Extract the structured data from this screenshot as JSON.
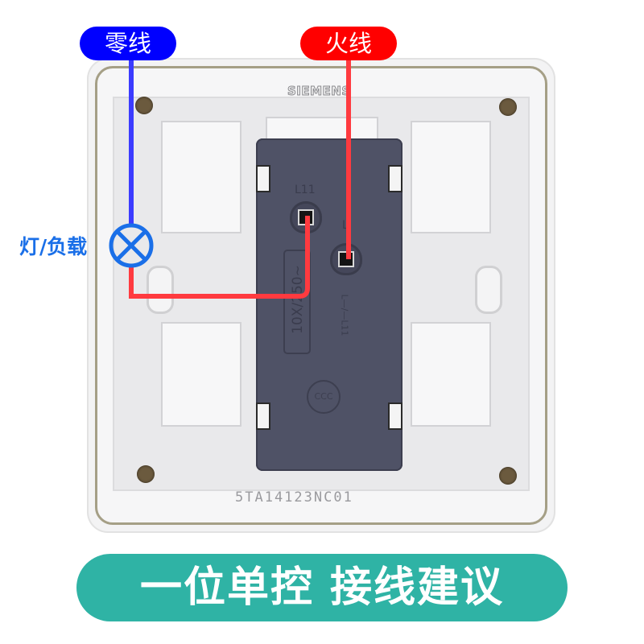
{
  "labels": {
    "neutral": "零线",
    "live": "火线",
    "load": "灯/负载"
  },
  "product": {
    "brand": "SIEMENS",
    "model": "5TA14123NC01",
    "terminal_l11": "L11",
    "terminal_l": "L",
    "rating": "10X/250~",
    "switch_symbol": "L—/—L11",
    "certification": "CCC"
  },
  "banner": {
    "text": "一位单控 接线建议"
  },
  "colors": {
    "neutral": "#0000ff",
    "live": "#ff0000",
    "wire_live": "#ff3a3f",
    "wire_neutral": "#3b3bff",
    "load": "#1a6fe8",
    "banner": "#2fb3a5",
    "module": "#4f5266"
  }
}
